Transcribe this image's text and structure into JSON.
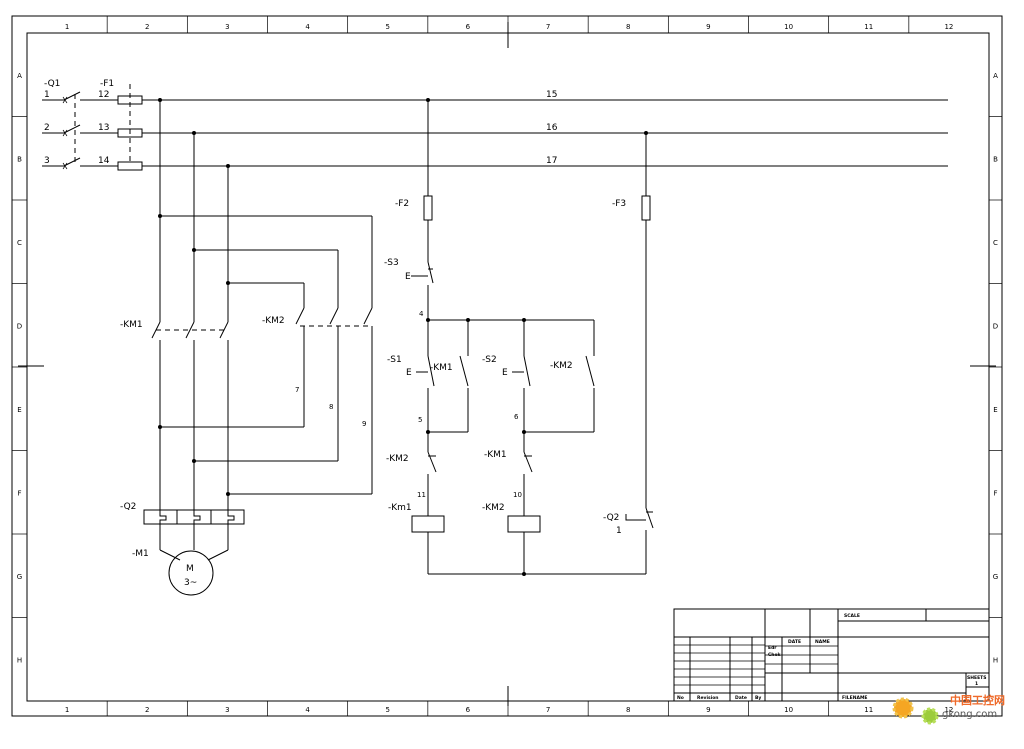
{
  "frame": {
    "columns": [
      "1",
      "2",
      "3",
      "4",
      "5",
      "6",
      "7",
      "8",
      "9",
      "10",
      "11",
      "12"
    ],
    "rows": [
      "A",
      "B",
      "C",
      "D",
      "E",
      "F",
      "G",
      "H"
    ]
  },
  "labels": {
    "q1": "-Q1",
    "f1": "-F1",
    "line_1": "1",
    "line_2": "2",
    "line_3": "3",
    "wire_12": "12",
    "wire_13": "13",
    "wire_14": "14",
    "bus_15": "15",
    "bus_16": "16",
    "bus_17": "17",
    "f2": "-F2",
    "f3": "-F3",
    "s3": "-S3",
    "s3_e": "E",
    "node_4": "4",
    "s1": "-S1",
    "s1_e": "E",
    "s2": "-S2",
    "s2_e": "E",
    "km1_hold": "-KM1",
    "km2_hold": "-KM2",
    "node_5": "5",
    "node_6": "6",
    "km2_interlock": "-KM2",
    "km1_interlock": "-KM1",
    "node_11": "11",
    "node_10": "10",
    "km1_coil": "-Km1",
    "km2_coil": "-KM2",
    "q2_aux": "-Q2",
    "q2_aux_1": "1",
    "km1_main": "-KM1",
    "km2_main": "-KM2",
    "wire_7": "7",
    "wire_8": "8",
    "wire_9": "9",
    "q2": "-Q2",
    "m1": "-M1",
    "motor_m": "M",
    "motor_3": "3~"
  },
  "title_block": {
    "scale": "SCALE",
    "date": "DATE",
    "name": "NAME",
    "edr": "Edr",
    "check": "Chek",
    "sheets": "SHEETS",
    "sheet_no": "1",
    "no": "No",
    "revision": "Revision",
    "date2": "Date",
    "by": "By",
    "filename": "FILENAME"
  },
  "watermark": {
    "line1": "中国工控网",
    "line2": "gkong.com"
  }
}
